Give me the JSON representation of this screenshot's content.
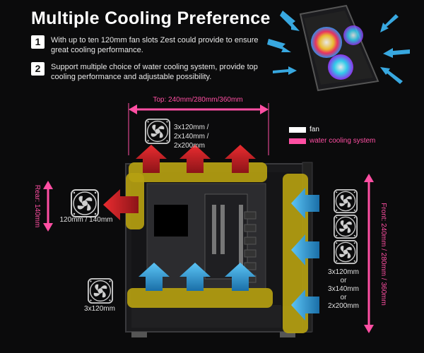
{
  "title": "Multiple Cooling Preference",
  "bullets": [
    {
      "num": "1",
      "text": "With up to ten 120mm fan slots Zest could provide to ensure great cooling performance."
    },
    {
      "num": "2",
      "text": "Support multiple choice of water cooling system, provide top cooling performance and adjustable possibility."
    }
  ],
  "legend": {
    "fan_label": "fan",
    "water_label": "water cooling system",
    "fan_color": "#ffffff",
    "water_color": "#ff4fa3"
  },
  "top": {
    "radiator": "Top: 240mm/280mm/360mm",
    "fans": "3x120mm / 2x140mm / 2x200mm"
  },
  "rear": {
    "radiator": "Rear: 140mm",
    "fans": "120mm / 140mm"
  },
  "bottom": {
    "fans": "3x120mm"
  },
  "front": {
    "radiator": "Front: 240mm / 280mm / 360mm",
    "fans_line1": "3x120mm",
    "or1": "or",
    "fans_line2": "3x140mm",
    "or2": "or",
    "fans_line3": "2x200mm"
  },
  "colors": {
    "accent_pink": "#ff4fa3",
    "radiator_yellow": "#b5a011",
    "arrow_blue": "#38a8e0",
    "arrow_red": "#d8262b"
  },
  "icons": [
    "fan-icon",
    "intake-arrow-icon",
    "exhaust-arrow-icon",
    "dimension-arrow-icon"
  ]
}
